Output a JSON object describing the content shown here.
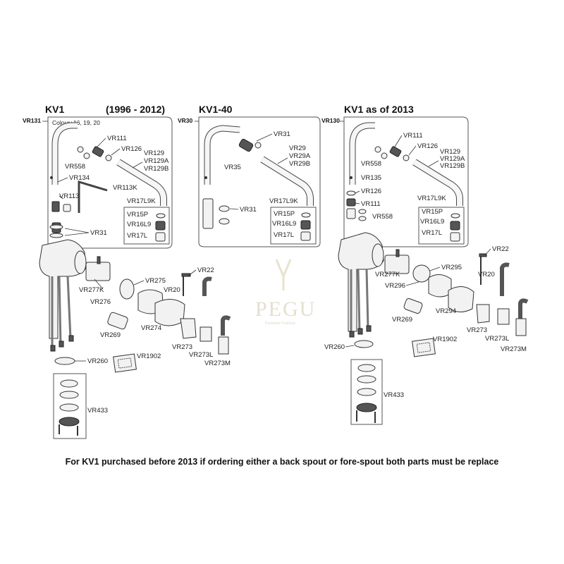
{
  "headers": {
    "kv1": "KV1",
    "years": "(1996 - 2012)",
    "kv1_40": "KV1-40",
    "kv1_2013": "KV1 as of 2013"
  },
  "box_codes": {
    "left": "VR131",
    "middle": "VR30",
    "right": "VR130"
  },
  "colour_note": "Colour+16, 19, 20",
  "labels_left": {
    "vr111": "VR111",
    "vr126": "VR126",
    "vr558": "VR558",
    "vr129": "VR129",
    "vr129a": "VR129A",
    "vr129b": "VR129B",
    "vr134": "VR134",
    "vr113k": "VR113K",
    "vr113": "VR113",
    "vr17l9k": "VR17L9K",
    "vr15p": "VR15P",
    "vr16l9": "VR16L9",
    "vr17l": "VR17L",
    "vr31": "VR31",
    "vr22": "VR22",
    "vr275": "VR275",
    "vr277k": "VR277K",
    "vr20": "VR20",
    "vr276": "VR276",
    "vr274": "VR274",
    "vr269": "VR269",
    "vr273": "VR273",
    "vr273l": "VR273L",
    "vr273m": "VR273M",
    "vr1902": "VR1902",
    "vr260": "VR260",
    "vr433": "VR433"
  },
  "labels_middle": {
    "vr31a": "VR31",
    "vr29": "VR29",
    "vr29a": "VR29A",
    "vr29b": "VR29B",
    "vr35": "VR35",
    "vr31b": "VR31",
    "vr17l9k": "VR17L9K",
    "vr15p": "VR15P",
    "vr16l9": "VR16L9",
    "vr17l": "VR17L"
  },
  "labels_right": {
    "vr111": "VR111",
    "vr126": "VR126",
    "vr558": "VR558",
    "vr129": "VR129",
    "vr129a": "VR129A",
    "vr129b": "VR129B",
    "vr135": "VR135",
    "vr126b": "VR126",
    "vr111b": "VR111",
    "vr558b": "VR558",
    "vr17l9k": "VR17L9K",
    "vr15p": "VR15P",
    "vr16l9": "VR16L9",
    "vr17l": "VR17L",
    "vr22": "VR22",
    "vr277k": "VR277K",
    "vr295": "VR295",
    "vr20": "VR20",
    "vr296": "VR296",
    "vr294": "VR294",
    "vr269": "VR269",
    "vr273": "VR273",
    "vr273l": "VR273L",
    "vr273m": "VR273M",
    "vr1902": "VR1902",
    "vr260": "VR260",
    "vr433": "VR433"
  },
  "watermark": {
    "brand": "PEGU",
    "tagline": "Furniture Fashion"
  },
  "footer": "For KV1 purchased before 2013 if ordering either a back spout or fore-spout both parts must be replace"
}
